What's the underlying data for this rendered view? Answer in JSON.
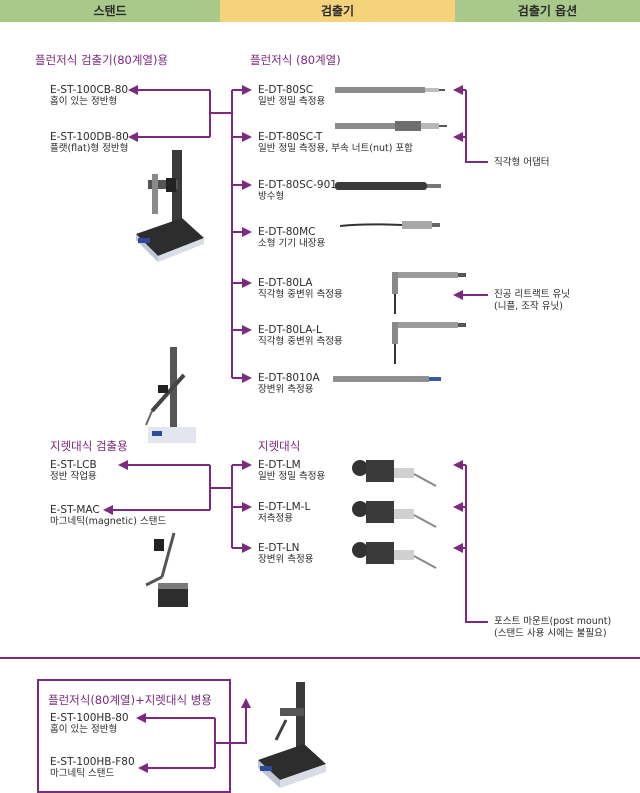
{
  "header": {
    "tabs": [
      {
        "label": "스탠드",
        "color": "#a8c98a"
      },
      {
        "label": "검출기",
        "color": "#f5d27c"
      },
      {
        "label": "검출기 옵션",
        "color": "#a8c98a"
      }
    ]
  },
  "sections": {
    "flange_stand": "플런저식 검출기(80계열)용",
    "flange_detector": "플런저식 (80계열)",
    "lever_stand": "지렛대식 검출용",
    "lever_detector": "지렛대식",
    "combined": "플런저식(80계열)+지렛대식 병용"
  },
  "stands": [
    {
      "code": "E-ST-100CB-80",
      "desc": "홈이 있는 정반형"
    },
    {
      "code": "E-ST-100DB-80",
      "desc": "플랫(flat)형 정반형"
    },
    {
      "code": "E-ST-LCB",
      "desc": "정반 작업용"
    },
    {
      "code": "E-ST-MAC",
      "desc": "마그네틱(magnetic) 스탠드"
    },
    {
      "code": "E-ST-100HB-80",
      "desc": "홈이 있는 정반형"
    },
    {
      "code": "E-ST-100HB-F80",
      "desc": "마그네틱 스탠드"
    }
  ],
  "detectors": [
    {
      "code": "E-DT-80SC",
      "desc": "일반 정밀 측정용"
    },
    {
      "code": "E-DT-80SC-T",
      "desc": "일반 정밀 측정용, 부속 너트(nut) 포함"
    },
    {
      "code": "E-DT-80SC-901",
      "desc": "방수형"
    },
    {
      "code": "E-DT-80MC",
      "desc": "소형 기기 내장용"
    },
    {
      "code": "E-DT-80LA",
      "desc": "직각형 중변위 측정용"
    },
    {
      "code": "E-DT-80LA-L",
      "desc": "직각형 중변위 측정용"
    },
    {
      "code": "E-DT-8010A",
      "desc": "장변위 측정용"
    },
    {
      "code": "E-DT-LM",
      "desc": "일반 정밀 측정용"
    },
    {
      "code": "E-DT-LM-L",
      "desc": "저측정용"
    },
    {
      "code": "E-DT-LN",
      "desc": "장변위 측정용"
    }
  ],
  "options": [
    {
      "desc": "직각형 어댑터"
    },
    {
      "desc": "진공 리트랙트 유닛",
      "desc2": "(니플, 조작 유닛)"
    },
    {
      "desc": "포스트 마운트(post mount)",
      "desc2": "(스탠드 사용 시에는 불필요)"
    }
  ],
  "colors": {
    "accent": "#7b2a7f",
    "green": "#a8c98a",
    "yellow": "#f5d27c"
  }
}
